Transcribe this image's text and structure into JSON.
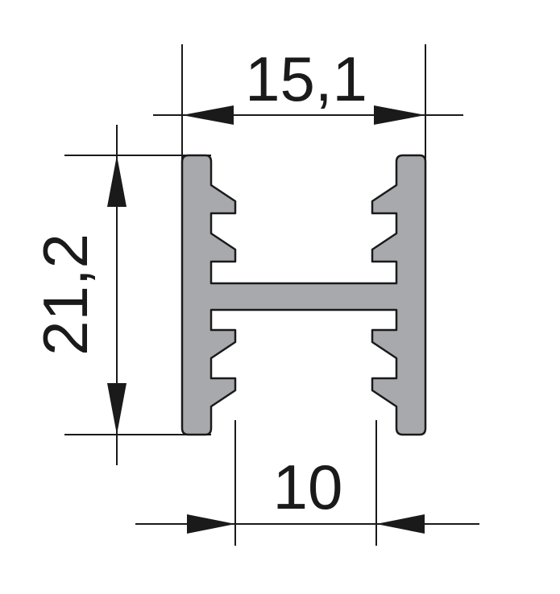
{
  "dimensions": {
    "width_label": "15,1",
    "height_label": "21,2",
    "gap_label": "10"
  },
  "colors": {
    "profile_fill": "#a7a9ac",
    "line": "#1a1a1a",
    "background": "#ffffff"
  }
}
